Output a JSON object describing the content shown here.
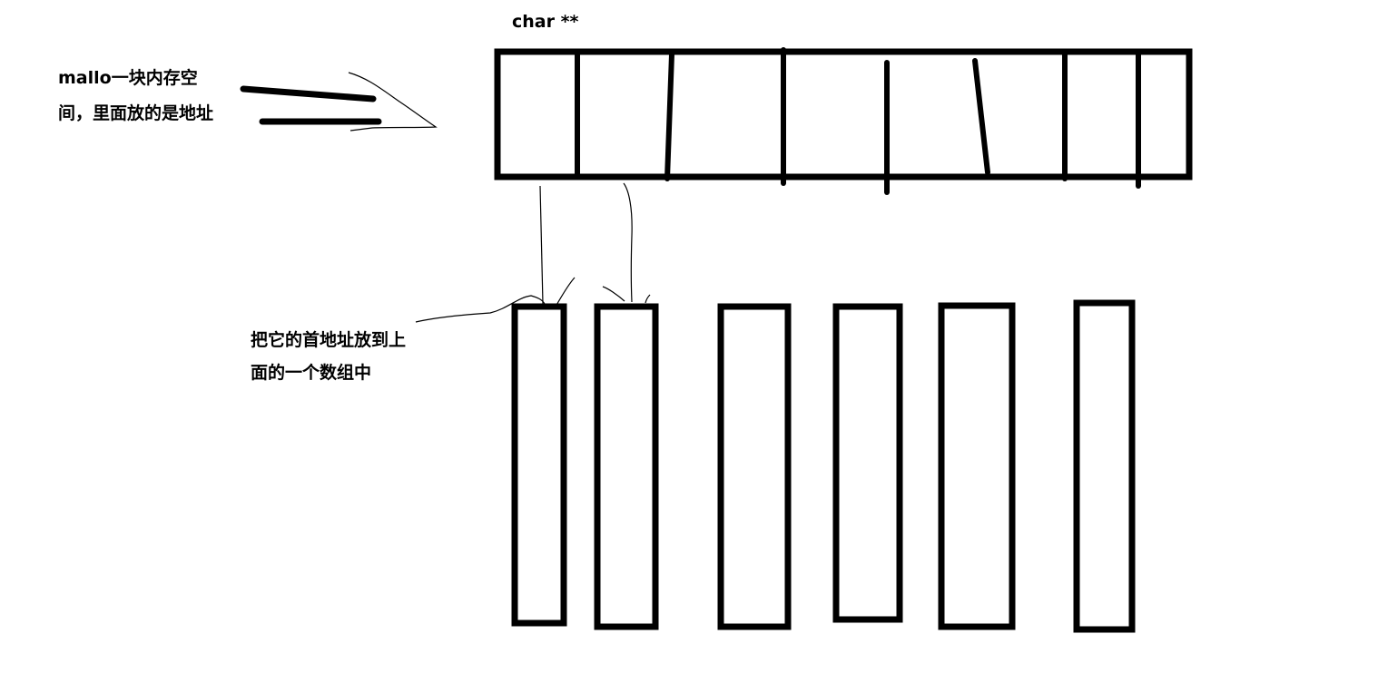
{
  "title": "char **",
  "note_malloc": {
    "line1": "mallo一块内存空",
    "line2": "间，里面放的是地址"
  },
  "note_array": {
    "line1": "把它的首地址放到上",
    "line2": "面的一个数组中"
  },
  "colors": {
    "stroke": "#000000",
    "background": "#ffffff"
  }
}
